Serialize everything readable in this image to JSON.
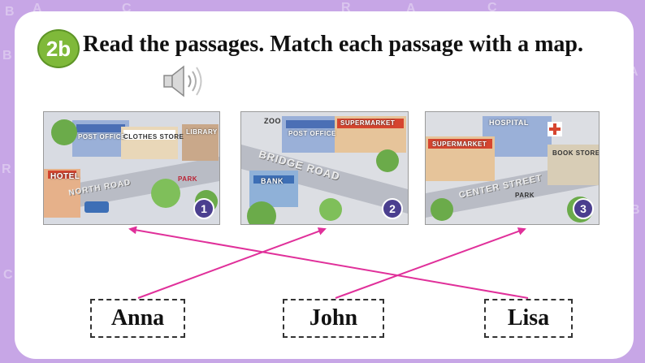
{
  "badge": "2b",
  "instruction": "Read the passages. Match each passage with a map.",
  "maps": [
    {
      "number": "1",
      "labels": {
        "post_office": "POST OFFICE",
        "clothes_store": "CLOTHES STORE",
        "library": "LIBRARY",
        "hotel": "HOTEL",
        "road": "NORTH ROAD",
        "park": "PARK"
      }
    },
    {
      "number": "2",
      "labels": {
        "zoo": "ZOO",
        "post_office": "POST OFFICE",
        "supermarket": "SUPERMARKET",
        "road": "BRIDGE ROAD",
        "bank": "BANK"
      }
    },
    {
      "number": "3",
      "labels": {
        "hospital": "HOSPITAL",
        "supermarket": "SUPERMARKET",
        "book_store": "BOOK STORE",
        "road": "CENTER STREET",
        "park": "PARK"
      }
    }
  ],
  "names": [
    "Anna",
    "John",
    "Lisa"
  ],
  "matches": [
    {
      "name": "Anna",
      "map": "2"
    },
    {
      "name": "John",
      "map": "3"
    },
    {
      "name": "Lisa",
      "map": "1"
    }
  ],
  "colors": {
    "background": "#c7a6e6",
    "badge": "#7fb93a",
    "line": "#e0309a",
    "number_badge": "#4b3f8f"
  }
}
